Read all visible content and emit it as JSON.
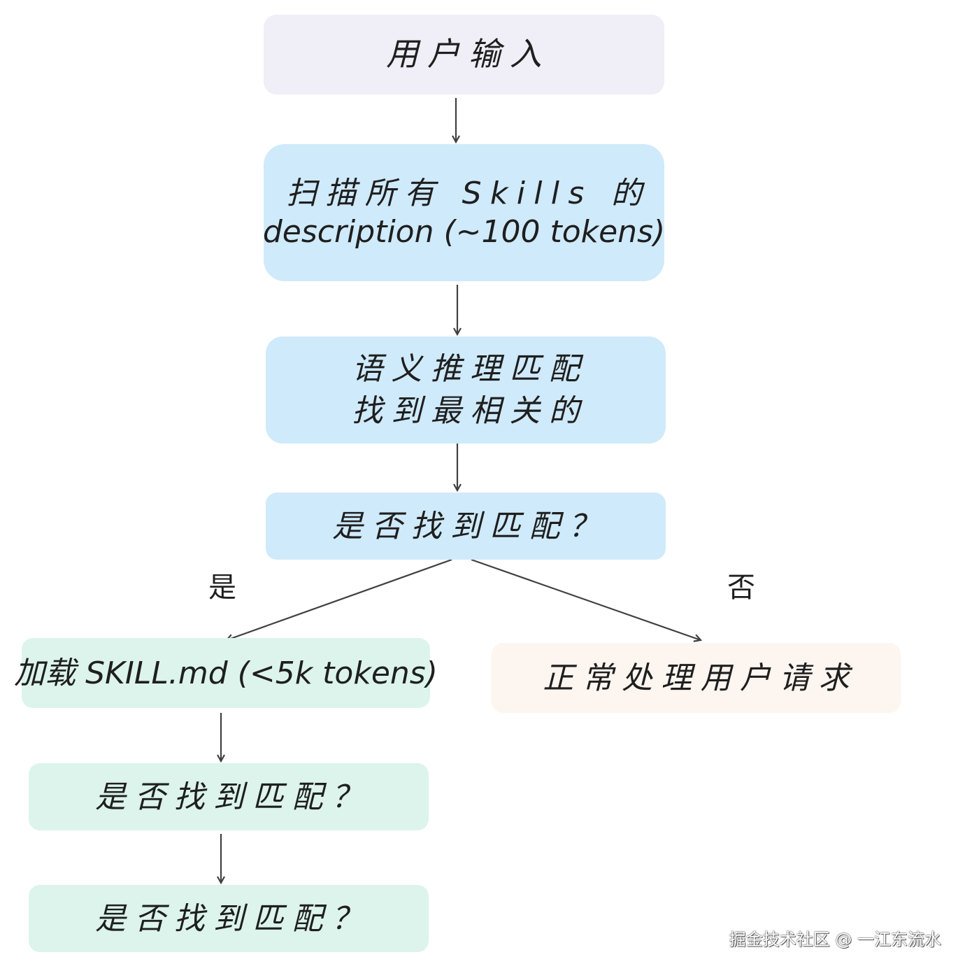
{
  "nodes": {
    "user_input": "用户输入",
    "scan_line1": "扫描所有 Skills 的",
    "scan_line2": "description (~100 tokens)",
    "reason_line1": "语义推理匹配",
    "reason_line2": "找到最相关的",
    "decide": "是否找到匹配？",
    "load_skill": "加载 SKILL.md (<5k tokens)",
    "normal": "正常处理用户请求",
    "check1": "是否找到匹配？",
    "check2": "是否找到匹配？"
  },
  "edge_labels": {
    "yes": "是",
    "no": "否"
  },
  "watermark": "掘金技术社区 @ 一江东流水",
  "colors": {
    "input_fill": "#f0eef6",
    "blue_fill": "#cfeafb",
    "green_fill": "#dcf4ec",
    "peach_fill": "#fdf5f0",
    "arrow": "#404040"
  }
}
